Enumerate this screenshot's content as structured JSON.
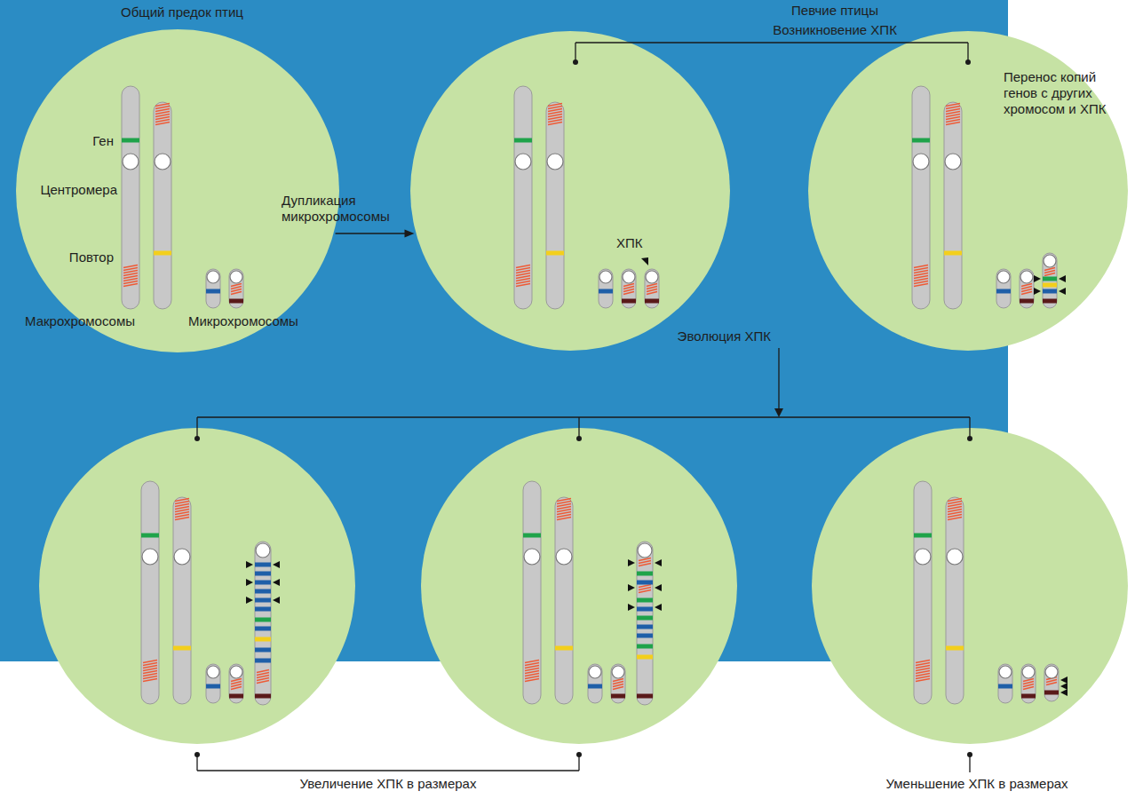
{
  "diagram": {
    "nodes": [
      {
        "text": [
          "Общий предок птиц",
          "Ген",
          "Центромера",
          "Повтор",
          "Макрохромосомы",
          "Микрохромосомы"
        ]
      },
      {
        "text": [
          "ХПК"
        ]
      },
      {
        "text": [
          "Перенос копий генов с других хромосом и ХПК"
        ]
      }
    ],
    "edges": [
      {
        "from": 0,
        "to": 1,
        "arrow": "to",
        "label": "Дупликация микрохромосомы"
      }
    ],
    "labels": [
      "Певчие птицы",
      "Возникновение ХПК",
      "Эволюция ХПК",
      "Увеличение ХПК в размерах",
      "Уменьшение ХПК в размерах"
    ]
  }
}
